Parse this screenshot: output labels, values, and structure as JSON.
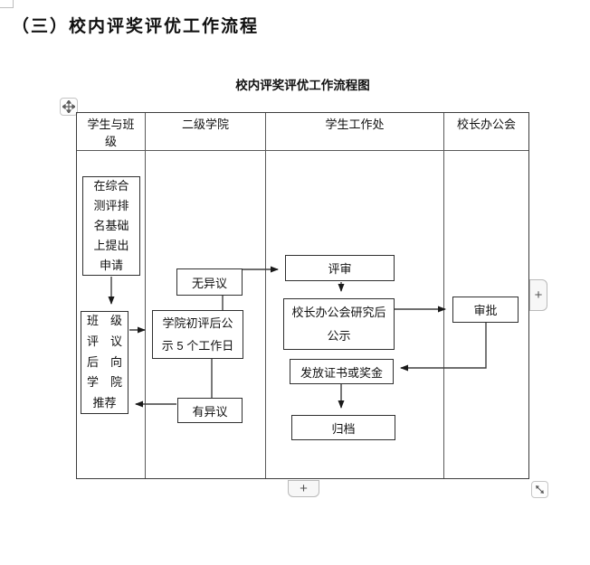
{
  "document": {
    "heading": "（三）校内评奖评优工作流程"
  },
  "flowchart": {
    "title": "校内评奖评优工作流程图",
    "lanes": [
      {
        "label": "学生与班\n级"
      },
      {
        "label": "二级学院"
      },
      {
        "label": "学生工作处"
      },
      {
        "label": "校长办公会"
      }
    ],
    "nodes": {
      "apply": "在综合\n测评排\n名基础\n上提出\n申请",
      "class_recommend": "班　级\n评　议\n后　向\n学　院\n推荐",
      "college_review": "学院初评后公\n示 5 个工作日",
      "no_objection": "无异议",
      "objection": "有异议",
      "evaluation": "评审",
      "office_publicity": "校长办公会研究后\n公示",
      "award": "发放证书或奖金",
      "archive": "归档",
      "approval": "审批"
    }
  },
  "controls": {
    "insert_right": "+",
    "insert_bottom": "+"
  },
  "colors": {
    "line": "#3f3f3f",
    "grid": "#5a5a5a",
    "control_border": "#b9b9b9"
  }
}
